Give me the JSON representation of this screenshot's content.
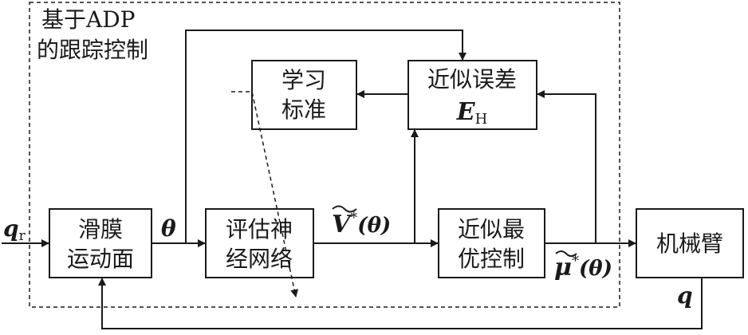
{
  "region": {
    "title_line1": "基于ADP",
    "title_line2": "的跟踪控制"
  },
  "blocks": {
    "sliding": {
      "line1": "滑膜",
      "line2": "运动面"
    },
    "eval": {
      "line1": "评估神",
      "line2": "经网络"
    },
    "optimal": {
      "line1": "近似最",
      "line2": "优控制"
    },
    "arm": {
      "line1": "机械臂"
    },
    "learn": {
      "line1": "学习",
      "line2": "标准"
    },
    "error": {
      "line1": "近似误差",
      "symbol": "E",
      "subscript": "H"
    }
  },
  "signals": {
    "qr": {
      "symbol": "q",
      "subscript": "r"
    },
    "theta": "θ",
    "v": {
      "symbol": "V",
      "sup": "*",
      "arg": "(θ)"
    },
    "mu": {
      "symbol": "μ",
      "sup": "*",
      "arg": "(θ)"
    },
    "q": "q"
  }
}
